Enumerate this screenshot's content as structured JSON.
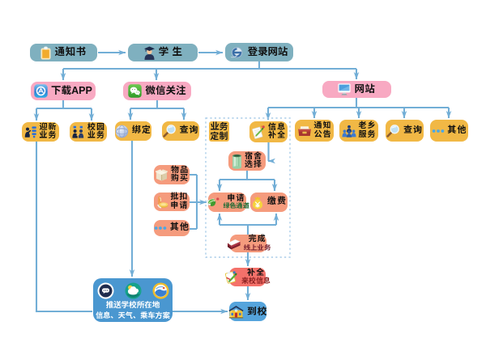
{
  "palette": {
    "teal": "#7FB0BF",
    "pink": "#F8A9C2",
    "yellow": "#F1B845",
    "salmon": "#F59B7D",
    "red": "#F4716A",
    "blue": "#55A4DC",
    "blue_deep": "#4A97D0",
    "line": "#72AED6",
    "dash_border": "#A9CCE8",
    "text": "#111111"
  },
  "nodes": {
    "notice": {
      "label": "通知书",
      "icon": "clipboard-icon"
    },
    "student": {
      "label": "学 生",
      "icon": "student-icon"
    },
    "login": {
      "label": "登录网站",
      "icon": "ie-browser-icon"
    },
    "download_app": {
      "label": "下载APP",
      "icon": "appstore-icon"
    },
    "wechat_follow": {
      "label": "微信关注",
      "icon": "wechat-icon"
    },
    "website": {
      "label": "网站",
      "icon": "monitor-icon"
    },
    "welcome": {
      "line1": "迎新",
      "line2": "业务",
      "icon": "welcome-service-icon"
    },
    "campus": {
      "line1": "校园",
      "line2": "业务",
      "icon": "campus-service-icon"
    },
    "bind": {
      "label": "绑定",
      "icon": "globe-icon"
    },
    "query_wechat": {
      "label": "查询",
      "icon": "magnifier-icon"
    },
    "biz_custom": {
      "line1": "业务",
      "line2": "定制"
    },
    "info_complete": {
      "line1": "信息",
      "line2": "补全",
      "icon": "pen-paper-icon"
    },
    "notice_board": {
      "line1": "通知",
      "line2": "公告",
      "icon": "file-box-icon"
    },
    "fellow": {
      "line1": "老乡",
      "line2": "服务",
      "icon": "people-group-icon"
    },
    "query_web": {
      "label": "查询",
      "icon": "magnifier-icon"
    },
    "other_web": {
      "label": "其他",
      "icon": "dots-icon"
    },
    "goods": {
      "line1": "物品",
      "line2": "购买",
      "icon": "carton-box-icon"
    },
    "deduct": {
      "line1": "批扣",
      "line2": "申请",
      "icon": "hand-gold-icon"
    },
    "other_left": {
      "label": "其他",
      "icon": "dots-icon"
    },
    "dorm": {
      "line1": "宿舍",
      "line2": "选择",
      "icon": "cylinder-icon"
    },
    "green_channel": {
      "line1": "申请",
      "line2": "绿色通道",
      "icon": "leaf-ticket-icon"
    },
    "pay": {
      "label": "缴费",
      "icon": "money-pouch-icon"
    },
    "finish_online": {
      "line1": "完成",
      "line2": "线上业务",
      "icon": "ledger-icon"
    },
    "fill_info": {
      "line1": "补全",
      "line2": "来校信息",
      "icon": "clipboard-pen-icon"
    },
    "arrive": {
      "label": "到校",
      "icon": "schoolhouse-icon"
    },
    "push": {
      "line1": "推送学校所在地",
      "line2": "信息、天气、乘车方案",
      "icons": [
        "chat-circle-icon",
        "weather-circle-icon",
        "travel-circle-icon"
      ]
    }
  }
}
